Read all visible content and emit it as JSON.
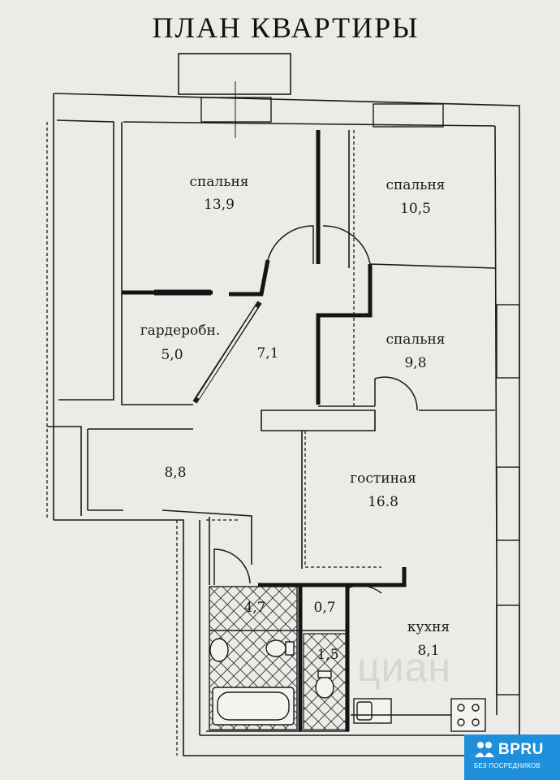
{
  "title": "ПЛАН КВАРТИРЫ",
  "rooms": [
    {
      "name": "спальня",
      "area": "13,9"
    },
    {
      "name": "спальня",
      "area": "10,5"
    },
    {
      "name": "спальня",
      "area": "9,8"
    },
    {
      "name": "гардеробн.",
      "area": "5,0"
    },
    {
      "name": "",
      "area": "7,1"
    },
    {
      "name": "",
      "area": "8,8"
    },
    {
      "name": "гостиная",
      "area": "16.8"
    },
    {
      "name": "",
      "area": "4,7"
    },
    {
      "name": "",
      "area": "0,7"
    },
    {
      "name": "",
      "area": "1,5"
    },
    {
      "name": "кухня",
      "area": "8,1"
    }
  ],
  "watermark": "циан",
  "badge": {
    "brand": "BPRU",
    "subtitle": "БЕЗ ПОСРЕДНИКОВ",
    "color": "#1f8fdc"
  },
  "colors": {
    "wall": "#151515",
    "paper": "#ecebe7"
  }
}
